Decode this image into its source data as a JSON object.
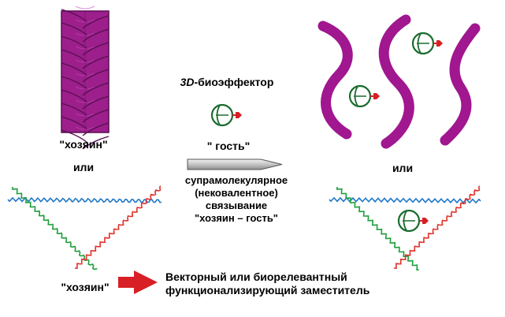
{
  "labels": {
    "host_top": "\"хозяин\"",
    "or_left": "или",
    "bioeffector_italic": "3D",
    "bioeffector_rest": "-биоэффектор",
    "guest": "\" гость\"",
    "binding_line1": "супрамолекулярное",
    "binding_line2": "(нековалентное)",
    "binding_line3": "связывание",
    "binding_line4": "\"хозяин – гость\"",
    "or_right": "или",
    "host_bottom": "\"хозяин\"",
    "legend_line1": "Векторный или биорелевантный",
    "legend_line2": "функционализирующий заместитель"
  },
  "colors": {
    "braid_fill": "#9c1f8c",
    "braid_edge": "#5a0f52",
    "strand": "#a0178f",
    "guest_ring": "#1a6b2f",
    "substituent": "#d81f26",
    "wave_blue": "#1f78c8",
    "wave_green": "#1e9e3c",
    "wave_red": "#e0322a",
    "arrow_fill": "#c8c8c8",
    "arrow_edge": "#555555"
  }
}
